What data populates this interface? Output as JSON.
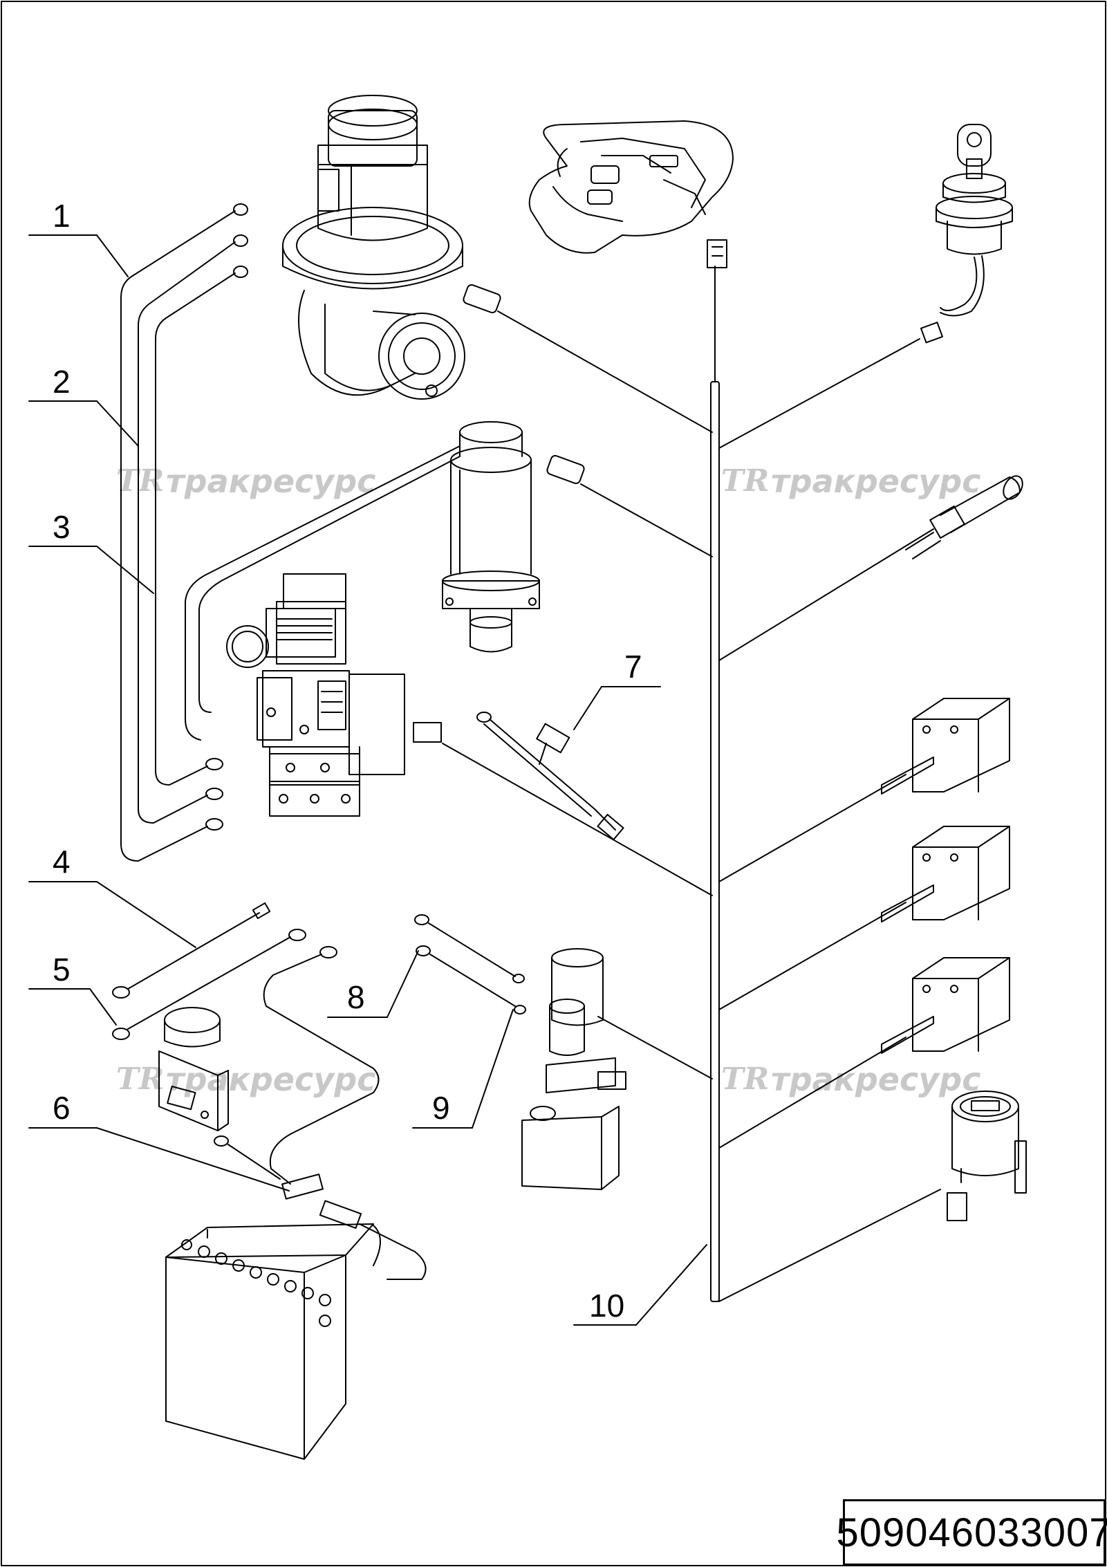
{
  "callouts": [
    {
      "id": "1",
      "text": "1"
    },
    {
      "id": "2",
      "text": "2"
    },
    {
      "id": "3",
      "text": "3"
    },
    {
      "id": "4",
      "text": "4"
    },
    {
      "id": "5",
      "text": "5"
    },
    {
      "id": "6",
      "text": "6"
    },
    {
      "id": "7",
      "text": "7"
    },
    {
      "id": "8",
      "text": "8"
    },
    {
      "id": "9",
      "text": "9"
    },
    {
      "id": "10",
      "text": "10"
    }
  ],
  "watermark": {
    "logo": "TR",
    "text": "тракресурс"
  },
  "document_number": "509046033007"
}
